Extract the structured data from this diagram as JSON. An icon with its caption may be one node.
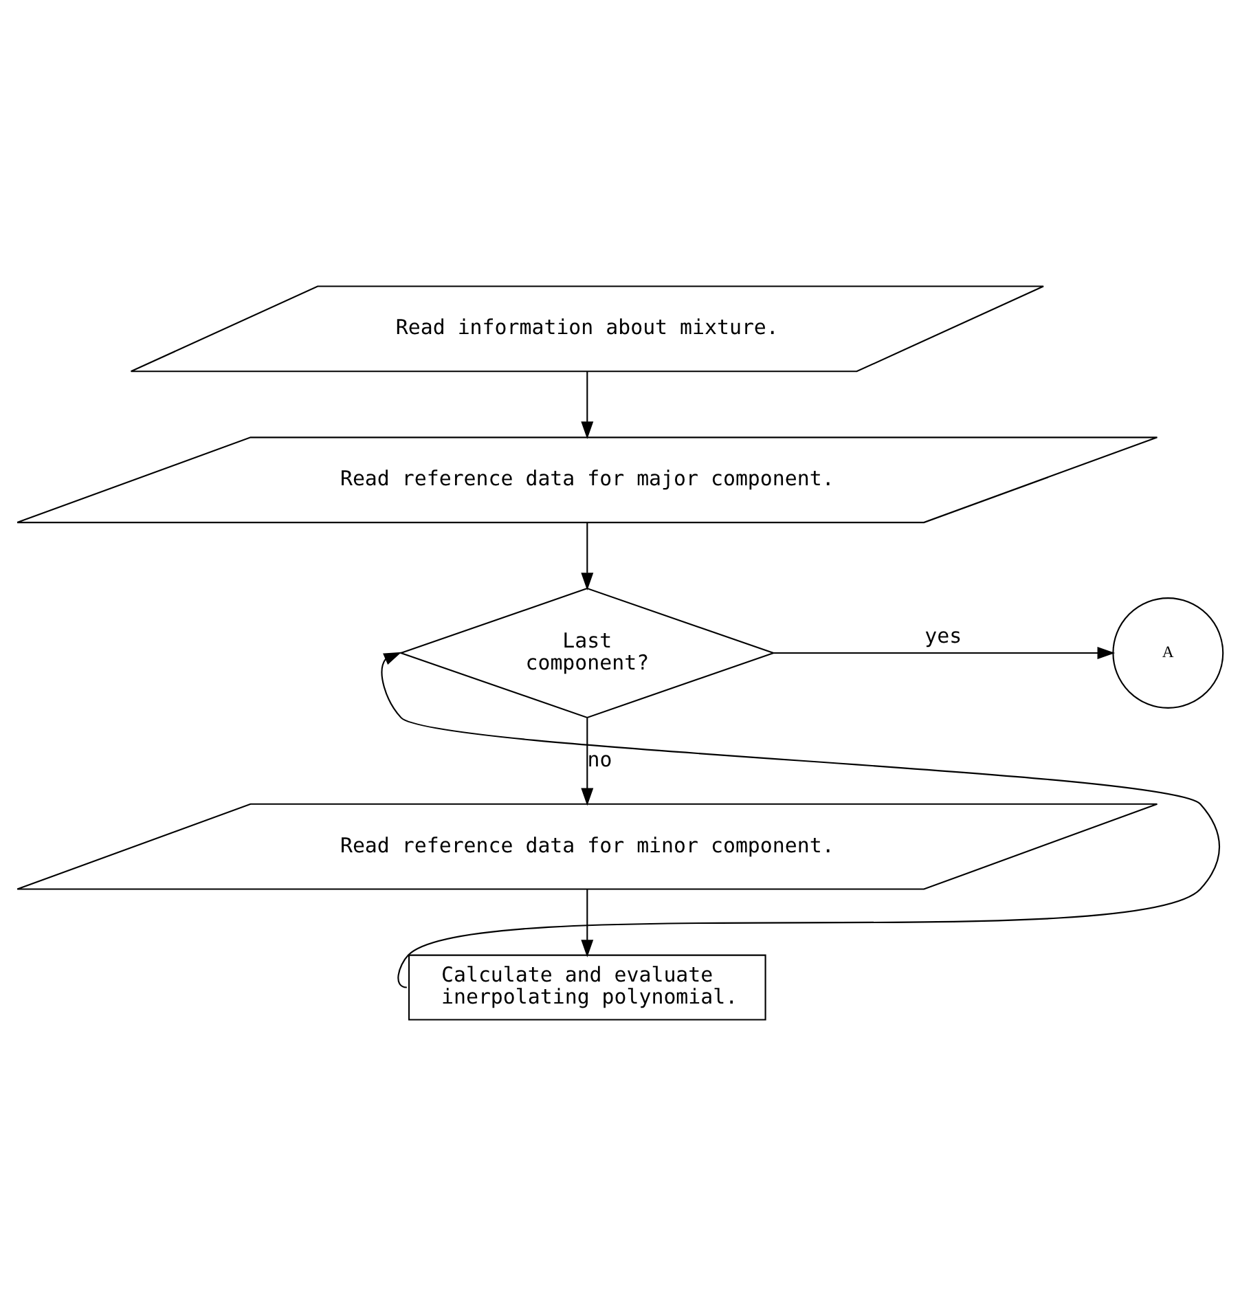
{
  "diagram": {
    "nodes": [
      {
        "text": [
          "Read information about mixture."
        ]
      },
      {
        "text": [
          "Read reference data for major component."
        ]
      },
      {
        "text": [
          "Last component?"
        ]
      },
      {
        "text": [
          "A"
        ]
      },
      {
        "text": [
          "Read reference data for minor component."
        ]
      },
      {
        "text": [
          "Calculate and evaluate inerpolating polynomial."
        ]
      }
    ],
    "edges": [
      {
        "from": 0,
        "to": 1,
        "arrow": "to"
      },
      {
        "from": 1,
        "to": 2,
        "arrow": "to"
      },
      {
        "from": 2,
        "to": 3,
        "arrow": "to",
        "label": "yes"
      },
      {
        "from": 2,
        "to": 4,
        "arrow": "to",
        "label": "no"
      },
      {
        "from": 4,
        "to": 5,
        "arrow": "to"
      },
      {
        "from": 5,
        "to": 2,
        "arrow": "to"
      }
    ]
  }
}
